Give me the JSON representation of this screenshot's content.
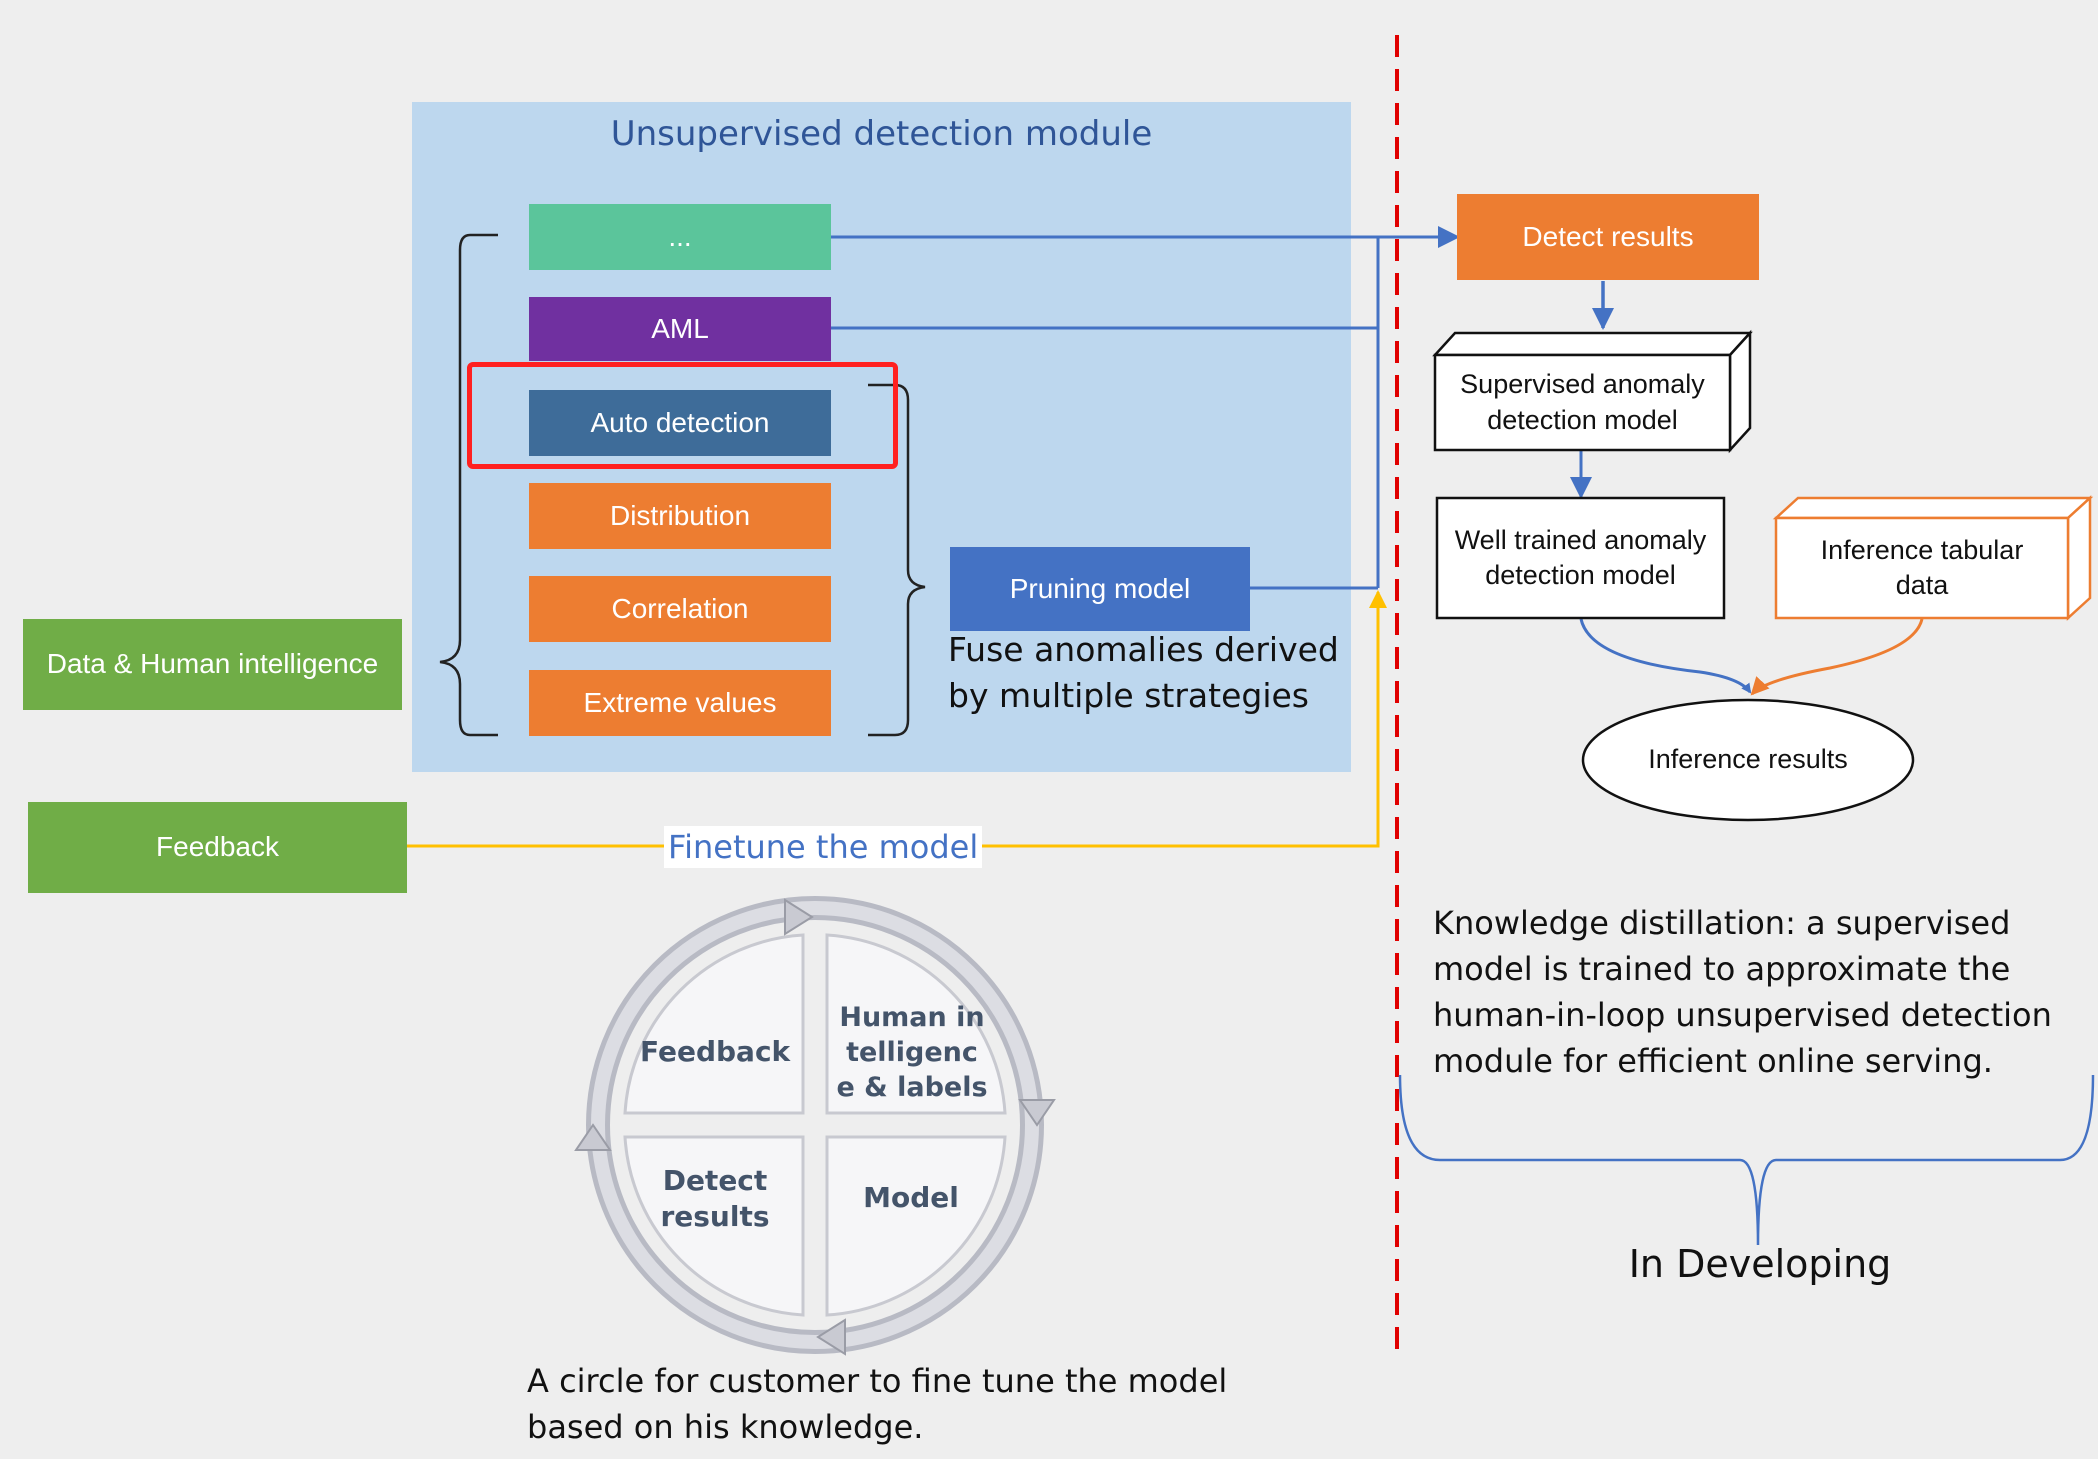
{
  "module": {
    "title": "Unsupervised detection module",
    "strategies": [
      "...",
      "AML",
      "Auto detection",
      "Distribution",
      "Correlation",
      "Extreme values"
    ],
    "pruning": "Pruning model",
    "fuse_note": "Fuse anomalies derived by multiple strategies"
  },
  "inputs": {
    "data_human": "Data & Human intelligence",
    "feedback": "Feedback",
    "finetune": "Finetune the model"
  },
  "cycle": {
    "quadrants": [
      "Feedback",
      "Human intelligenc e & labels",
      "Detect results",
      "Model"
    ],
    "caption": "A circle for customer to fine tune  the model based  on his knowledge."
  },
  "right": {
    "detect_results": "Detect results",
    "supervised": "Supervised anomaly detection model",
    "well_trained": "Well trained anomaly detection model",
    "tabular": "Inference tabular data",
    "inference_results": "Inference results",
    "distillation": "Knowledge distillation: a supervised model is trained to approximate the human-in-loop unsupervised detection module for efficient online serving.",
    "developing": "In Developing"
  },
  "colors": {
    "module_bg": "#bdd7ee",
    "teal": "#5bc59b",
    "purple": "#7030a0",
    "steel": "#3e6c99",
    "orange": "#ed7d31",
    "blue": "#4472c4",
    "green": "#70ad47",
    "highlight": "#ff2020",
    "divider": "#e00000",
    "yellow": "#ffc000"
  }
}
